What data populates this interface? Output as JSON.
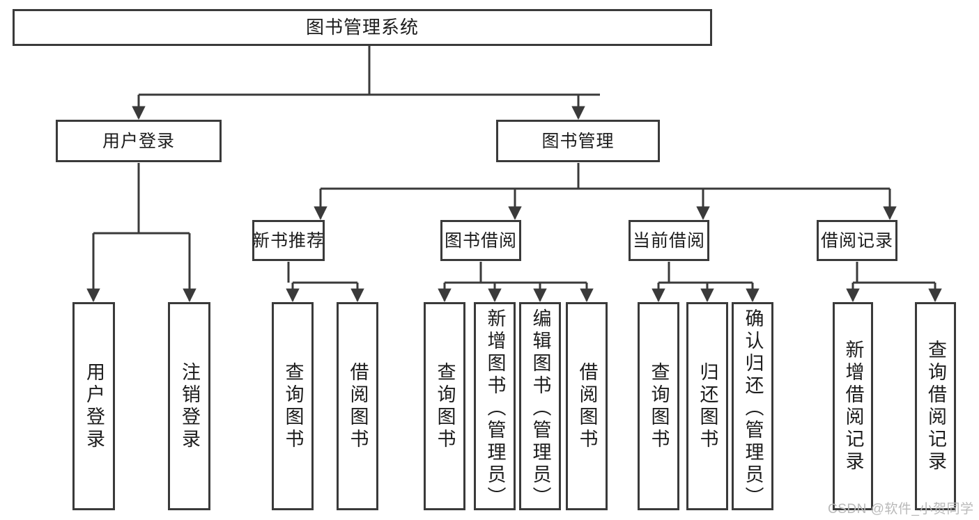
{
  "diagram": {
    "title": "图书管理系统",
    "type": "tree-hierarchy-chart",
    "colors": {
      "stroke": "#3a3a3a",
      "fill": "#ffffff",
      "text": "#1c1c1c",
      "watermark": "#b9b9b9"
    },
    "root": {
      "label": "图书管理系统"
    },
    "level1": [
      {
        "label": "用户登录"
      },
      {
        "label": "图书管理"
      }
    ],
    "level2": [
      {
        "label": "新书推荐"
      },
      {
        "label": "图书借阅"
      },
      {
        "label": "当前借阅"
      },
      {
        "label": "借阅记录"
      }
    ],
    "leaves": {
      "user_login": [
        {
          "label": "用户登录"
        },
        {
          "label": "注销登录"
        }
      ],
      "new_book_recommend": [
        {
          "label": "查询图书"
        },
        {
          "label": "借阅图书"
        }
      ],
      "book_borrow": [
        {
          "label": "查询图书"
        },
        {
          "label": "新增图书（管理员）"
        },
        {
          "label": "编辑图书（管理员）"
        },
        {
          "label": "借阅图书"
        }
      ],
      "current_borrow": [
        {
          "label": "查询图书"
        },
        {
          "label": "归还图书"
        },
        {
          "label": "确认归还（管理员）"
        }
      ],
      "borrow_record": [
        {
          "label": "新增借阅记录"
        },
        {
          "label": "查询借阅记录"
        }
      ]
    },
    "watermark": "CSDN @软件_小贺同学"
  }
}
